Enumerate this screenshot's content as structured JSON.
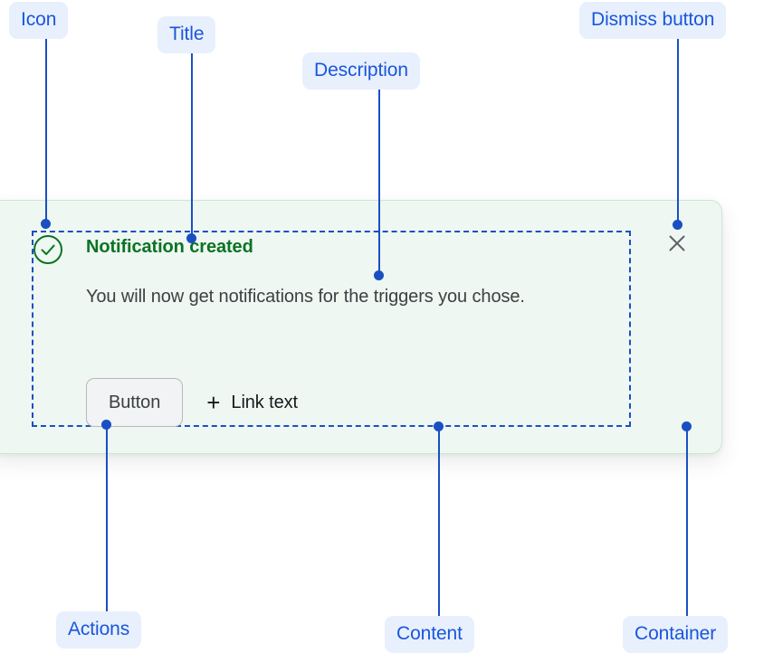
{
  "annotations": [
    {
      "id": "icon",
      "label": "Icon"
    },
    {
      "id": "title",
      "label": "Title"
    },
    {
      "id": "desc",
      "label": "Description"
    },
    {
      "id": "dismiss",
      "label": "Dismiss button"
    },
    {
      "id": "actions",
      "label": "Actions"
    },
    {
      "id": "content",
      "label": "Content"
    },
    {
      "id": "container",
      "label": "Container"
    }
  ],
  "notification": {
    "status_icon": "check-circle-icon",
    "title": "Notification created",
    "description": "You will now get notifications for the triggers you chose.",
    "actions": {
      "button_label": "Button",
      "link_icon": "plus-icon",
      "link_label": "Link text"
    },
    "dismiss_icon": "close-icon"
  },
  "colors": {
    "annotation_bg": "#e8f0fd",
    "annotation_text": "#1a56db",
    "leader_line": "#1a4fc4",
    "card_bg": "#eef7f1",
    "card_border": "#cde5d5",
    "success_green": "#0a7324",
    "body_text": "#3c4043",
    "link_text": "#16191c",
    "button_bg": "#f1f3f4",
    "button_border": "#b5b9bd",
    "dismiss_icon": "#5f6368"
  }
}
